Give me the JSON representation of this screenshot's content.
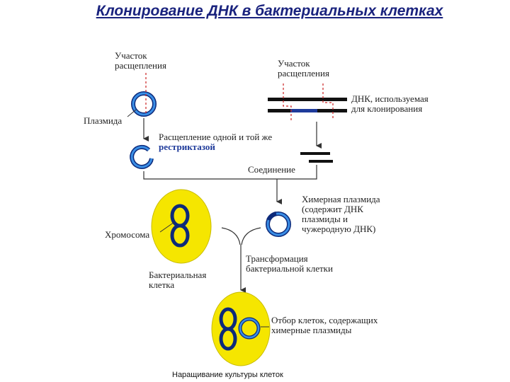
{
  "title": "Клонирование ДНК в бактериальных клетках",
  "labels": {
    "cleavage_site_left": "Участок\nрасщепления",
    "cleavage_site_right": "Участок\nрасщепления",
    "dna_for_cloning": "ДНК, используемая\nдля клонирования",
    "plasmid": "Плазмида",
    "cleavage_same": "Расщепление одной и той же",
    "restriction_enzyme": "рестриктазой",
    "ligation": "Соединение",
    "chimeric_plasmid": "Химерная плазмида\n(содержит ДНК\nплазмиды и\nчужеродную ДНК)",
    "chromosome": "Хромосома",
    "transformation": "Трансформация\nбактериальной клетки",
    "bacterial_cell": "Бактериальная\nклетка",
    "selection": "Отбор клеток, содержащих\nхимерные плазмиды"
  },
  "footer": "Наращивание культуры клеток",
  "colors": {
    "title": "#1a237e",
    "plasmid_blue": "#1e63c4",
    "plasmid_dark": "#0d2a7a",
    "cell_yellow": "#f5e600",
    "chromosome": "#0d2a7a",
    "dna_black": "#111111",
    "cut_line_red": "#cc2222",
    "arrow": "#333333"
  }
}
